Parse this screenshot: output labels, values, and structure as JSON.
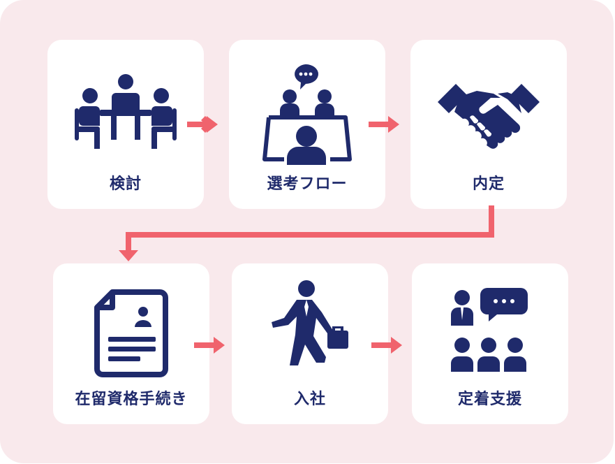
{
  "steps": [
    {
      "label": "検討",
      "icon": "meeting-icon"
    },
    {
      "label": "選考フロー",
      "icon": "interview-icon"
    },
    {
      "label": "内定",
      "icon": "handshake-icon"
    },
    {
      "label": "在留資格手続き",
      "icon": "document-icon"
    },
    {
      "label": "入社",
      "icon": "businessman-walking-icon"
    },
    {
      "label": "定着支援",
      "icon": "support-icon"
    }
  ],
  "colors": {
    "background": "#f9e9ec",
    "card": "#ffffff",
    "icon": "#1f2a6b",
    "arrow": "#f0636d"
  }
}
